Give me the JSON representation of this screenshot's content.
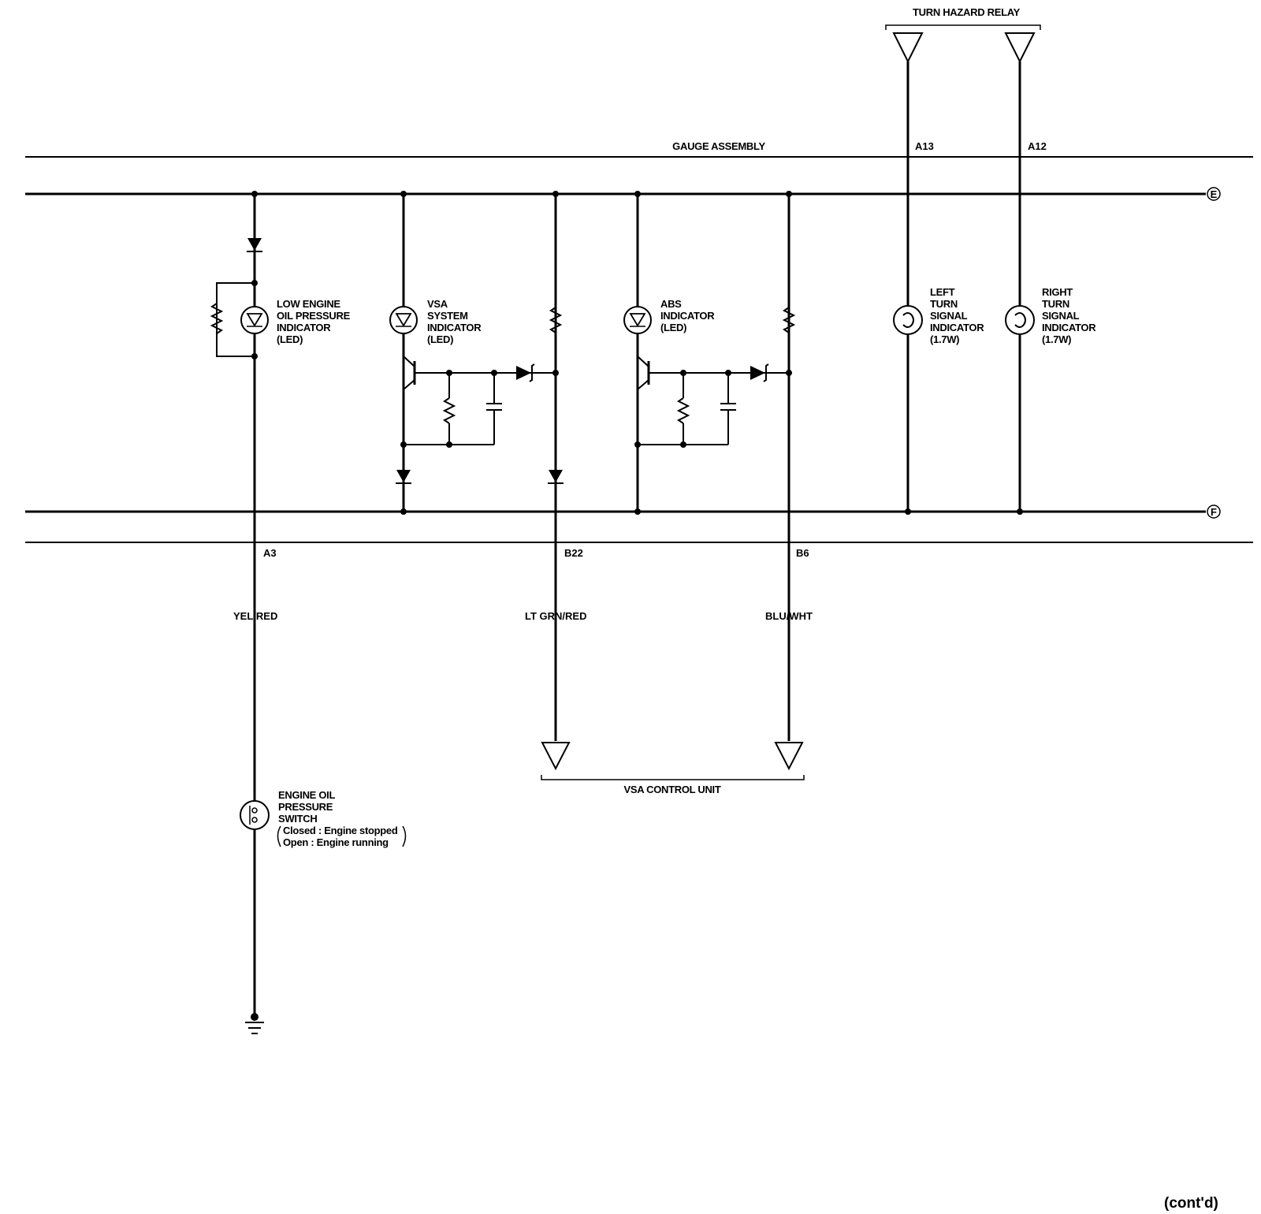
{
  "labels": {
    "turn_hazard_relay": "TURN HAZARD RELAY",
    "gauge_assembly": "GAUGE ASSEMBLY",
    "vsa_control_unit": "VSA CONTROL UNIT",
    "contd": "(cont'd)"
  },
  "connectors": {
    "e": "E",
    "f": "F"
  },
  "pins": {
    "a13": "A13",
    "a12": "A12",
    "a3": "A3",
    "b22": "B22",
    "b6": "B6"
  },
  "wires": {
    "yel_red": "YEL/RED",
    "lt_grn_red": "LT GRN/RED",
    "blu_wht": "BLU/WHT"
  },
  "components": {
    "low_oil": [
      "LOW ENGINE",
      "OIL PRESSURE",
      "INDICATOR",
      "(LED)"
    ],
    "vsa": [
      "VSA",
      "SYSTEM",
      "INDICATOR",
      "(LED)"
    ],
    "abs": [
      "ABS",
      "INDICATOR",
      "(LED)"
    ],
    "left_turn": [
      "LEFT",
      "TURN",
      "SIGNAL",
      "INDICATOR",
      "(1.7W)"
    ],
    "right_turn": [
      "RIGHT",
      "TURN",
      "SIGNAL",
      "INDICATOR",
      "(1.7W)"
    ],
    "oil_switch": [
      "ENGINE OIL",
      "PRESSURE",
      "SWITCH"
    ],
    "oil_switch_states": [
      "Closed : Engine stopped",
      "Open   : Engine running"
    ]
  }
}
